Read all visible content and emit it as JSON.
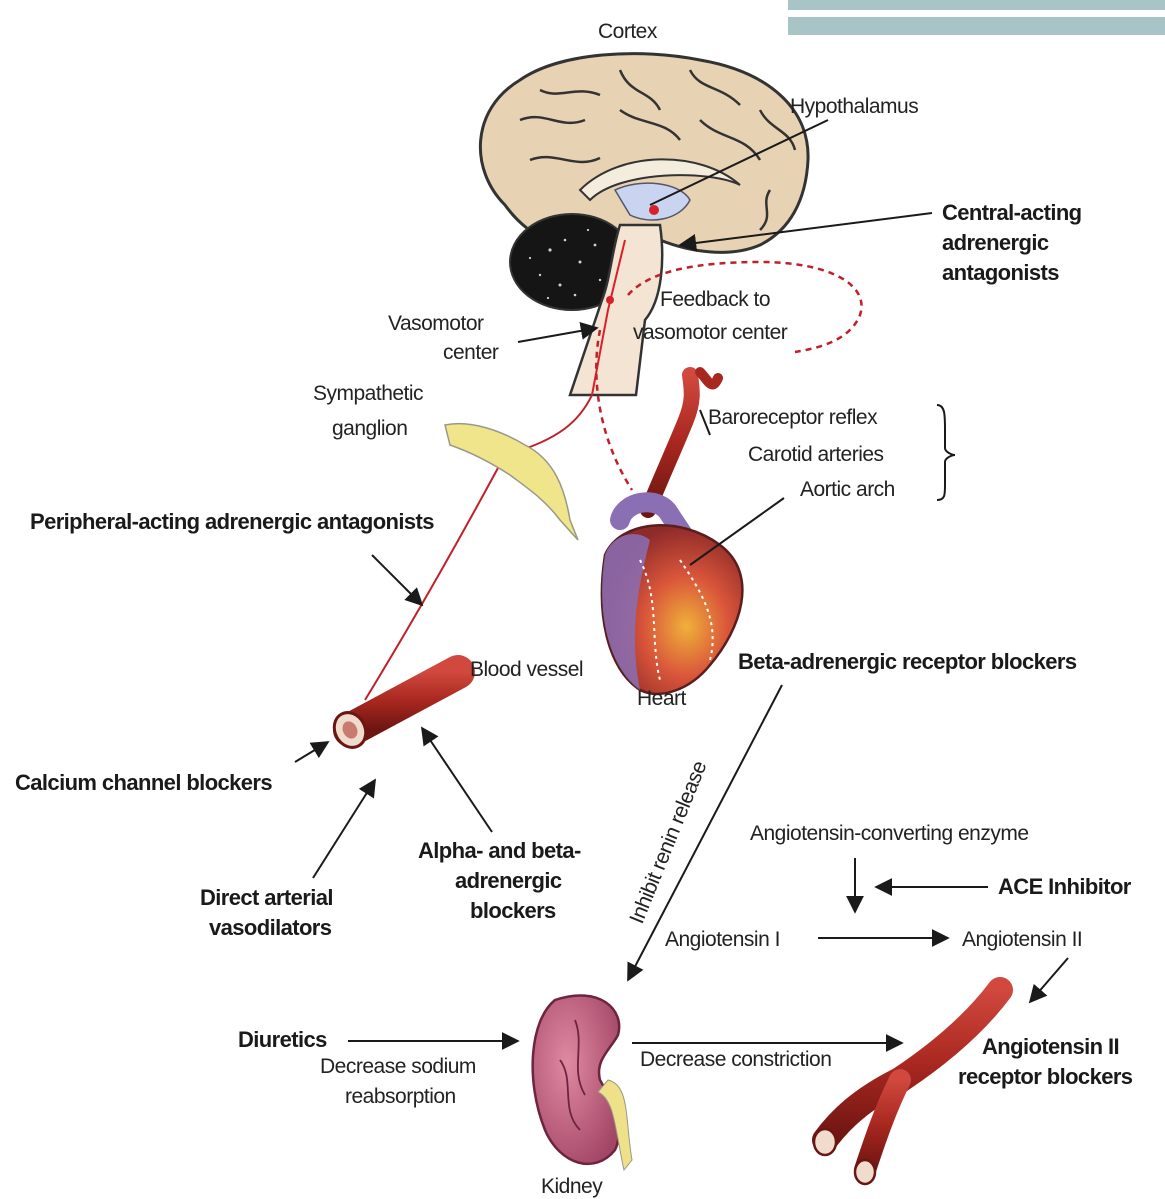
{
  "labels": {
    "cortex": "Cortex",
    "hypothalamus": "Hypothalamus",
    "central_acting": [
      "Central-acting",
      "adrenergic",
      "antagonists"
    ],
    "feedback": [
      "Feedback to",
      "vasomotor center"
    ],
    "vasomotor_center": [
      "Vasomotor",
      "center"
    ],
    "sympathetic_ganglion": [
      "Sympathetic",
      "ganglion"
    ],
    "baroreceptor_reflex": "Baroreceptor reflex",
    "carotid_arteries": "Carotid arteries",
    "aortic_arch": "Aortic arch",
    "peripheral_acting": "Peripheral-acting adrenergic antagonists",
    "blood_vessel": "Blood vessel",
    "heart": "Heart",
    "beta_blockers": "Beta-adrenergic receptor blockers",
    "calcium_channel": "Calcium channel blockers",
    "direct_arterial": [
      "Direct arterial",
      "vasodilators"
    ],
    "alpha_beta": [
      "Alpha- and beta-",
      "adrenergic",
      "blockers"
    ],
    "inhibit_renin": "Inhibit renin release",
    "ace_enzyme": "Angiotensin-converting enzyme",
    "ace_inhibitor": "ACE Inhibitor",
    "angiotensin_1": "Angiotensin I",
    "angiotensin_2": "Angiotensin II",
    "diuretics": "Diuretics",
    "decrease_sodium": [
      "Decrease sodium",
      "reabsorption"
    ],
    "decrease_constriction": "Decrease constriction",
    "arb": [
      "Angiotensin II",
      "receptor blockers"
    ],
    "kidney": "Kidney"
  },
  "colors": {
    "brain": "#e7d2b4",
    "cerebellum": "#1a1a1a",
    "vessel": "#b0302a",
    "vessel_dark": "#7a1c18",
    "ganglion": "#f0e58a",
    "heart": "#d94d3a",
    "heart_purple": "#8a6fb5",
    "kidney": "#c0607e",
    "ureter": "#efe08a",
    "nerve": "#c0202a",
    "deco_bar": "#a9c4c6"
  }
}
